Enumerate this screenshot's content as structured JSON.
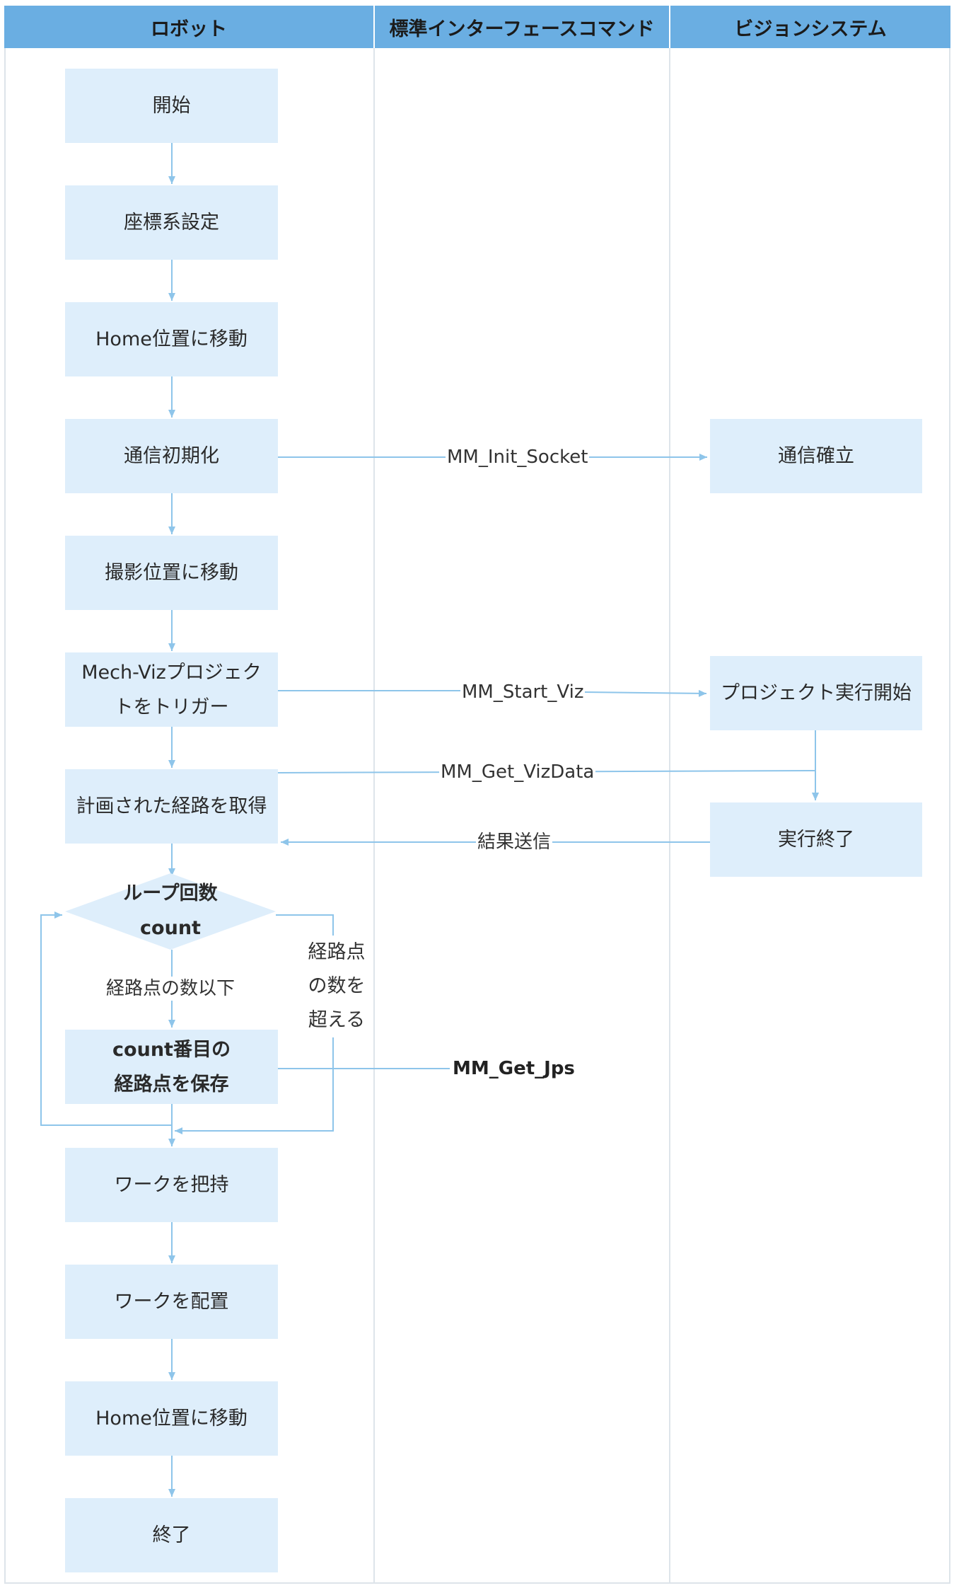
{
  "lanes": {
    "robot": "ロボット",
    "interface": "標準インターフェースコマンド",
    "vision": "ビジョンシステム"
  },
  "robot_steps": {
    "start": "開始",
    "coord": "座標系設定",
    "home1": "Home位置に移動",
    "comm_init": "通信初期化",
    "capture": "撮影位置に移動",
    "trigger_line1": "Mech-Vizプロジェク",
    "trigger_line2": "トをトリガー",
    "get_path": "計画された経路を取得",
    "loop_line1": "ループ回数",
    "loop_line2": "count",
    "save_line1": "count番目の",
    "save_line2": "経路点を保存",
    "grip": "ワークを把持",
    "place": "ワークを配置",
    "home2": "Home位置に移動",
    "end": "終了"
  },
  "vision_steps": {
    "comm_est": "通信確立",
    "proj_start": "プロジェクト実行開始",
    "exec_end": "実行終了"
  },
  "commands": {
    "init_socket": "MM_Init_Socket",
    "start_viz": "MM_Start_Viz",
    "get_vizdata": "MM_Get_VizData",
    "result_send": "結果送信",
    "get_jps": "MM_Get_Jps"
  },
  "conditions": {
    "within": "経路点の数以下",
    "exceed_line1": "経路点",
    "exceed_line2": "の数を",
    "exceed_line3": "超える"
  },
  "colors": {
    "lane_header": "#6aaee2",
    "box_fill": "#deeefb",
    "arrow": "#8ec5ea",
    "divider": "#dde4ea"
  }
}
